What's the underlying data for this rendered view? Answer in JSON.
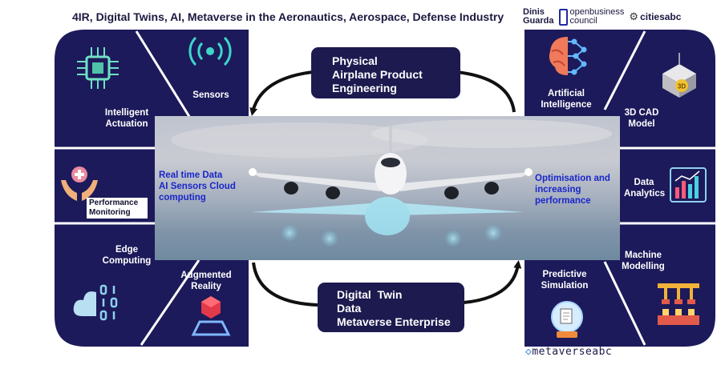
{
  "header": {
    "title": "4IR, Digital Twins, AI, Metaverse in the Aeronautics, Aerospace, Defense Industry"
  },
  "logos": {
    "dinis_line1": "Dinis",
    "dinis_line2": "Guarda",
    "obc_line1": "openbusiness",
    "obc_line2": "council",
    "citiesabc": "citiesabc",
    "metaverseabc": "metaverseabc"
  },
  "left_panel": {
    "intelligent_actuation": "Intelligent Actuation",
    "sensors": "Sensors",
    "performance_monitoring": "Performance Monitoring",
    "edge_computing": "Edge Computing",
    "augmented_reality": "Augmented Reality"
  },
  "right_panel": {
    "artificial_intelligence": "Artificial Intelligence",
    "cad_model": "3D CAD Model",
    "data_analytics": "Data Analytics",
    "predictive_simulation": "Predictive Simulation",
    "machine_modelling": "Machine Modelling",
    "cube_label": "3D"
  },
  "center": {
    "top_box": [
      "Physical",
      "Airplane Product",
      "Engineering"
    ],
    "bottom_box": [
      "Digital  Twin",
      "Data",
      "Metaverse Enterprise"
    ],
    "left_text": [
      "Real time Data",
      "AI Sensors Cloud",
      "computing"
    ],
    "right_text": [
      "Optimisation and",
      "increasing",
      "performance"
    ]
  }
}
